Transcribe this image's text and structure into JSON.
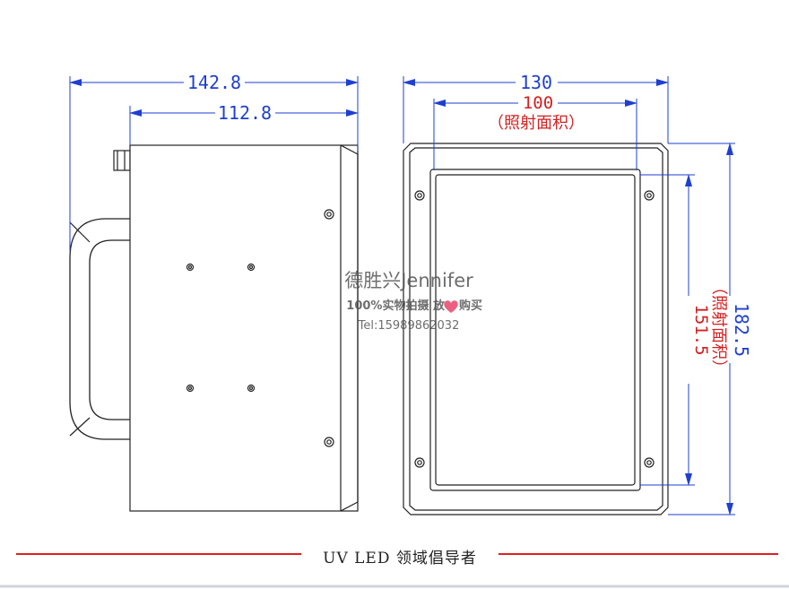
{
  "dimensions": {
    "side_total_width": "142.8",
    "side_body_width": "112.8",
    "front_outer_width": "130",
    "front_window_width": "100",
    "front_window_width_note": "（照射面积）",
    "front_window_height": "151.5",
    "front_window_height_note": "（照射面积）",
    "front_outer_height": "182.5"
  },
  "watermark": {
    "brand": "德胜兴Jennifer",
    "slogan_left": "100%实物拍摄 放",
    "slogan_right": "购买",
    "phone": "Tel:15989862032"
  },
  "footer": {
    "caption": "UV LED 领域倡导者"
  },
  "colors": {
    "dimension_blue": "#1e3fd0",
    "dimension_red": "#d42020",
    "footer_line": "#e02020",
    "heart": "#e8456a"
  }
}
